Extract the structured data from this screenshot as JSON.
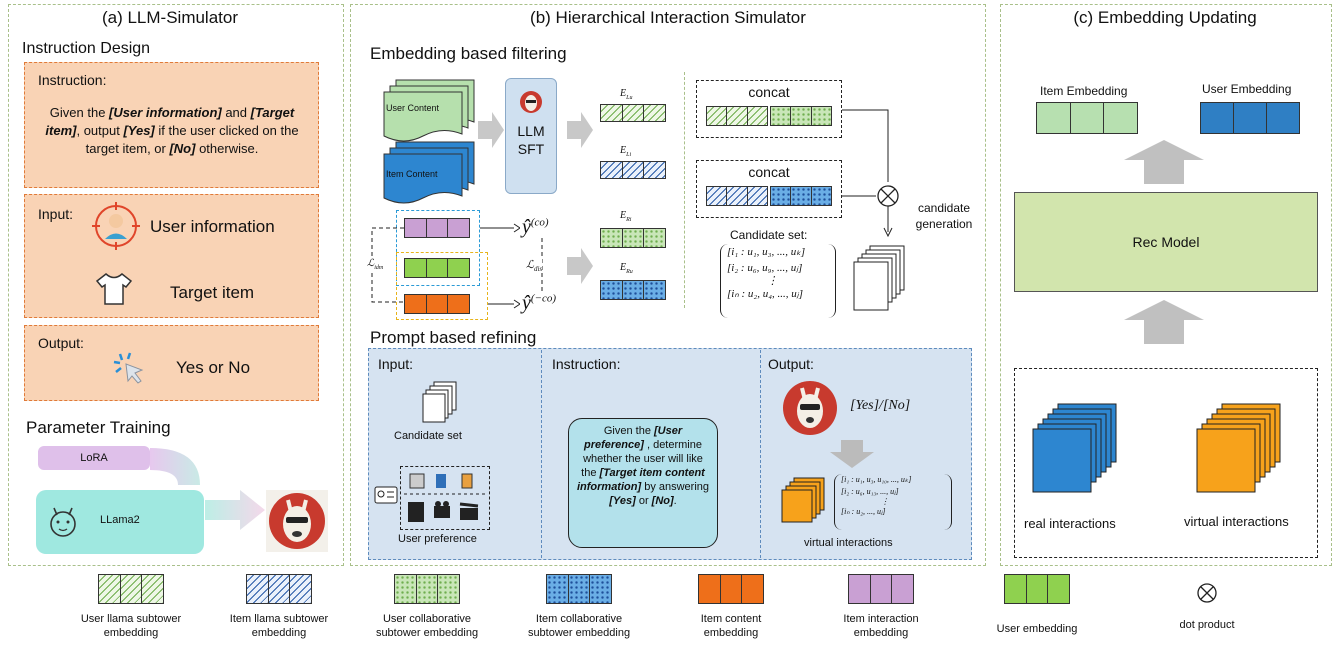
{
  "panels": {
    "a_title": "(a) LLM-Simulator",
    "b_title": "(b) Hierarchical Interaction Simulator",
    "c_title": "(c) Embedding Updating"
  },
  "llm_simulator": {
    "instruction_design": "Instruction Design",
    "instruction_label": "Instruction:",
    "instruction_text": {
      "p1": "Given the ",
      "b1": "[User information]",
      "p2": " and ",
      "b2": "[Target item]",
      "p3": ", output ",
      "b3": "[Yes]",
      "p4": " if the user clicked on the target item, or ",
      "b4": "[No]",
      "p5": " otherwise."
    },
    "input_label": "Input:",
    "user_information": "User information",
    "target_item": "Target item",
    "output_label": "Output:",
    "yes_or_no": "Yes or No",
    "parameter_training": "Parameter Training",
    "lora": "LoRA",
    "llama2": "LLama2"
  },
  "hierarchical": {
    "embedding_filtering": "Embedding based filtering",
    "user_content": "User Content",
    "item_content": "Item Content",
    "llm_sft_1": "LLM",
    "llm_sft_2": "SFT",
    "e_lu": "E",
    "e_lu_sub": "Lu",
    "e_li": "E",
    "e_li_sub": "Li",
    "e_ri": "E",
    "e_ri_sub": "Ri",
    "e_ru": "E",
    "e_ru_sub": "Ru",
    "y_co": "ŷ",
    "y_co_sup": "(co)",
    "y_nco": "ŷ",
    "y_nco_sup": "(−co)",
    "l_idm": "ℒ",
    "l_idm_sub": "idm",
    "l_dis": "ℒ",
    "l_dis_sub": "dis",
    "concat_1": "concat",
    "concat_2": "concat",
    "candidate_generation": "candidate generation",
    "candidate_set_title": "Candidate set:",
    "candidate_row1": "[i₁ : u₁, u₃, ..., uₖ]",
    "candidate_row2": "[i₂ : u₆, u₉, ..., uⱼ]",
    "candidate_row3": "[iₙ : u₂, u₄, ..., uⱼ]",
    "prompt_refining": "Prompt based refining",
    "input_label": "Input:",
    "candidate_set": "Candidate set",
    "user_preference": "User preference",
    "instruction_label": "Instruction:",
    "instruction_text": {
      "p1": "Given the ",
      "b1": "[User preference]",
      "p2": " , determine whether the user will like the ",
      "b2": "[Target item content information]",
      "p3": " by answering ",
      "b3": "[Yes]",
      "p4": " or ",
      "b4": "[No]",
      "p5": "."
    },
    "output_label": "Output:",
    "yes_no_output": "[Yes]/[No]",
    "out_row1": "[i₁ : u₁, u₃, u₁₀, ..., uₖ]",
    "out_row2": "[i₂ : u₆, u₁₃, ..., uⱼ]",
    "out_row3": "[iₙ : u₂, ..., uⱼ]",
    "virtual_interactions": "virtual interactions"
  },
  "embedding_updating": {
    "item_embedding": "Item Embedding",
    "user_embedding": "User Embedding",
    "rec_model": "Rec Model",
    "real_interactions": "real interactions",
    "virtual_interactions": "virtual interactions"
  },
  "legend": [
    {
      "label": "User llama subtower embedding"
    },
    {
      "label": "Item llama subtower embedding"
    },
    {
      "label": "User collaborative subtower embedding"
    },
    {
      "label": "Item collaborative subtower embedding"
    },
    {
      "label": "Item content embedding"
    },
    {
      "label": "Item interaction embedding"
    },
    {
      "label": "User embedding"
    },
    {
      "label": "dot product"
    }
  ],
  "legend_line1": [
    "User llama subtower",
    "Item llama subtower",
    "User collaborative",
    "Item collaborative",
    "Item content",
    "Item interaction",
    "User embedding",
    "dot product"
  ],
  "legend_line2": [
    "embedding",
    "embedding",
    "subtower embedding",
    "subtower embedding",
    "embedding",
    "embedding",
    "",
    ""
  ],
  "colors": {
    "panel_border": "#a9c08a",
    "orange_box": "#f9d3b5",
    "blue_box": "#d6e3f1",
    "rec_model": "#cfe3a8",
    "item_content": "#ee6f1a",
    "item_interaction": "#c9a0d3",
    "user_embedding": "#8fd14f"
  },
  "icons": [
    "person-icon",
    "tshirt-icon",
    "click-cursor-icon",
    "alpaca-icon",
    "document-stack-icon",
    "dot-product-icon",
    "arrow-icon"
  ]
}
